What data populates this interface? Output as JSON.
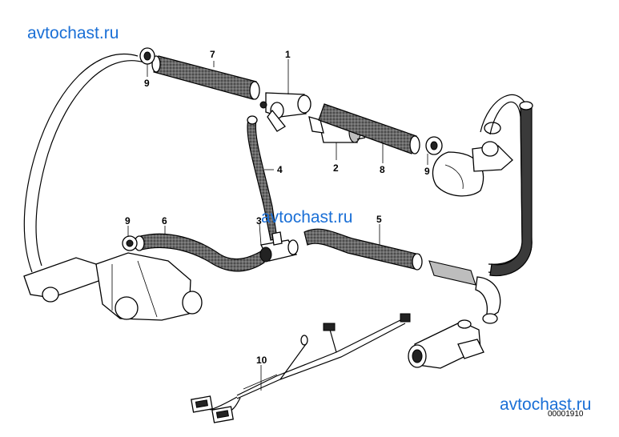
{
  "watermarks": [
    "avtochast.ru",
    "avtochast.ru",
    "avtochast.ru"
  ],
  "callouts": [
    {
      "id": "p7",
      "label": "7"
    },
    {
      "id": "p1",
      "label": "1"
    },
    {
      "id": "p9a",
      "label": "9"
    },
    {
      "id": "p4",
      "label": "4"
    },
    {
      "id": "p2",
      "label": "2"
    },
    {
      "id": "p8",
      "label": "8"
    },
    {
      "id": "p9b",
      "label": "9"
    },
    {
      "id": "p9c",
      "label": "9"
    },
    {
      "id": "p6",
      "label": "6"
    },
    {
      "id": "p3",
      "label": "3"
    },
    {
      "id": "p5",
      "label": "5"
    },
    {
      "id": "p10",
      "label": "10"
    }
  ],
  "document_number": "00001910"
}
